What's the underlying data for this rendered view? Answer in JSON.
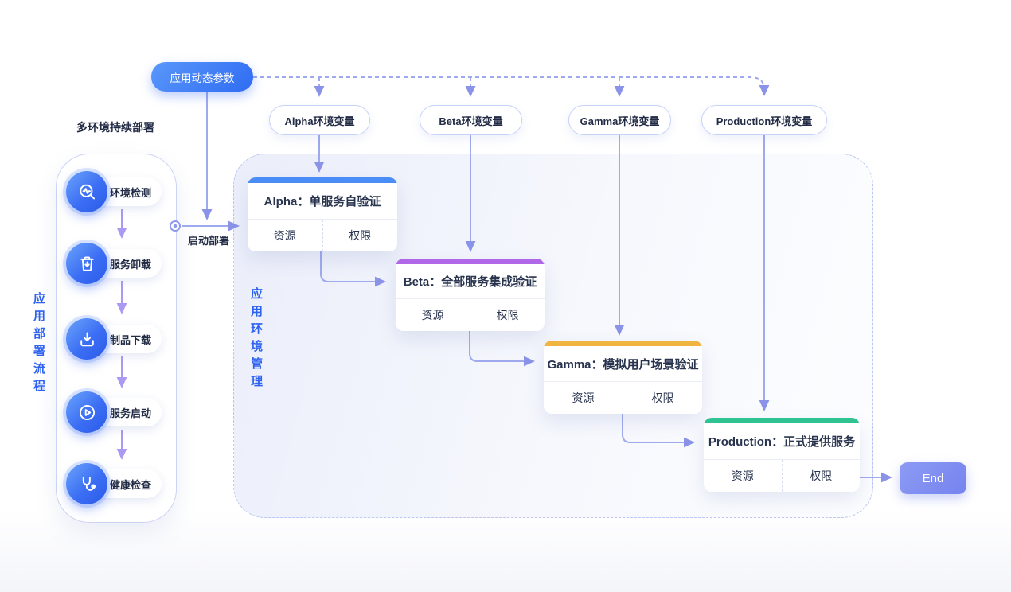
{
  "diagram": {
    "param_button": "应用动态参数",
    "start_label": "启动部署",
    "sidebar": {
      "title": "多环境持续部署",
      "vertical_label": "应用部署流程",
      "items": [
        {
          "label": "环境检测",
          "icon": "magnifier-pulse-icon"
        },
        {
          "label": "服务卸载",
          "icon": "trash-icon"
        },
        {
          "label": "制品下载",
          "icon": "download-icon"
        },
        {
          "label": "服务启动",
          "icon": "play-icon"
        },
        {
          "label": "健康检查",
          "icon": "stethoscope-icon"
        }
      ]
    },
    "env_panel": {
      "vertical_label": "应用环境管理"
    },
    "pills": [
      {
        "label": "Alpha环境变量"
      },
      {
        "label": "Beta环境变量"
      },
      {
        "label": "Gamma环境变量"
      },
      {
        "label": "Production环境变量"
      }
    ],
    "cards": [
      {
        "title": "Alpha：单服务自验证",
        "accent": "#4a8df6",
        "cells": [
          "资源",
          "权限"
        ]
      },
      {
        "title": "Beta：全部服务集成验证",
        "accent": "#b168e8",
        "cells": [
          "资源",
          "权限"
        ]
      },
      {
        "title": "Gamma：模拟用户场景验证",
        "accent": "#f0b440",
        "cells": [
          "资源",
          "权限"
        ]
      },
      {
        "title": "Production：正式提供服务",
        "accent": "#30c392",
        "cells": [
          "资源",
          "权限"
        ]
      }
    ],
    "end_button": "End",
    "colors": {
      "button_blue": "#3b79f6",
      "connector": "#9fa9ee",
      "sidebar_arrow": "#ab99f3",
      "dashed_border": "#bcc6f0",
      "end_button": "#7d8cf1",
      "vertical_text_blue": "#2e62f0"
    }
  }
}
